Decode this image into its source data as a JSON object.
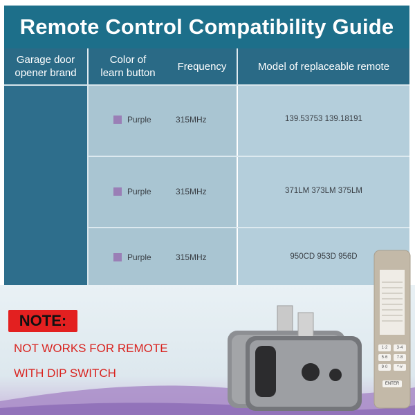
{
  "title": "Remote Control Compatibility Guide",
  "table": {
    "headers": {
      "brand": [
        "Garage door",
        "opener brand"
      ],
      "color": [
        "Color of",
        "learn button"
      ],
      "frequency": "Frequency",
      "model": "Model of replaceable remote"
    },
    "rows": [
      {
        "color": "Purple",
        "frequency": "315MHz",
        "model": "139.53753 139.18191"
      },
      {
        "color": "Purple",
        "frequency": "315MHz",
        "model": "371LM 373LM 375LM"
      },
      {
        "color": "Purple",
        "frequency": "315MHz",
        "model": "950CD 953D 956D"
      }
    ]
  },
  "note": {
    "label": "NOTE:",
    "lines": [
      "NOT WORKS FOR REMOTE",
      "WITH DIP SWITCH"
    ]
  },
  "keypad": {
    "keys": [
      "1·2",
      "3·4",
      "5·6",
      "7·8",
      "9·0",
      "*·#"
    ],
    "enter_label": "ENTER"
  },
  "colors": {
    "title_bg": "#1d6f8a",
    "header_bg": "#2a6a86",
    "row_bg": "#a9c5d2",
    "purple": "#9a7fb6",
    "note_red": "#e32020"
  }
}
